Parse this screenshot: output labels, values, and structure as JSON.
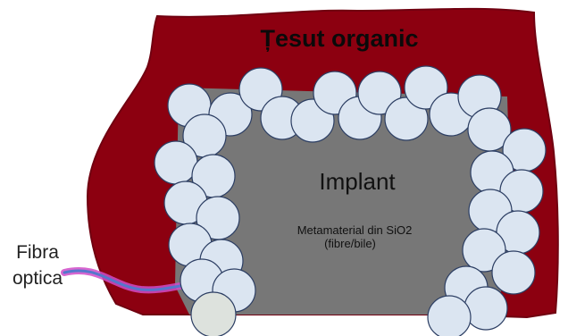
{
  "diagram": {
    "tissue_label": "Țesut organic",
    "implant_label": "Implant",
    "material_line1": "Metamaterial din SiO2",
    "material_line2": "(fibre/bile)",
    "fiber_label_line1": "Fibra",
    "fiber_label_line2": "optica"
  },
  "colors": {
    "tissue": "#8c0010",
    "tissue_outline": "#700010",
    "implant": "#777777",
    "bead_fill": "#dbe5f1",
    "bead_outline": "#2c3e63",
    "fiber_core": "#5577cc",
    "fiber_glow": "#d04bc8",
    "last_bead": "#dde2dd"
  }
}
